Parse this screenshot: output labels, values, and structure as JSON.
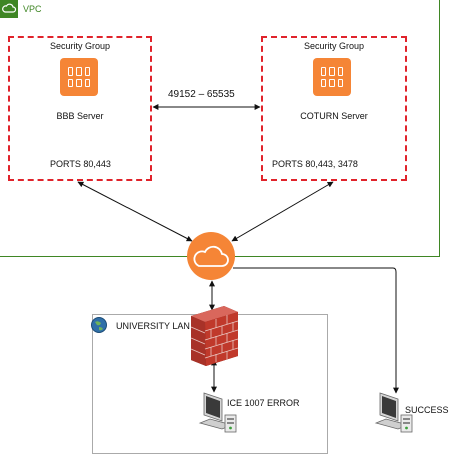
{
  "vpc": {
    "label": "VPC"
  },
  "groups": [
    {
      "title": "Security Group",
      "server": "BBB Server",
      "ports": "PORTS 80,443"
    },
    {
      "title": "Security Group",
      "server": "COTURN Server",
      "ports": "PORTS 80,443, 3478"
    }
  ],
  "port_range": "49152 – 65535",
  "lan": {
    "label": "UNIVERSITY LAN"
  },
  "clients": [
    {
      "label": "ICE 1007 ERROR"
    },
    {
      "label": "SUCCESS"
    }
  ],
  "colors": {
    "vpc_border": "#3f8624",
    "security_group": "#e0232b",
    "aws_orange": "#f58536",
    "firewall": "#c0392b"
  }
}
